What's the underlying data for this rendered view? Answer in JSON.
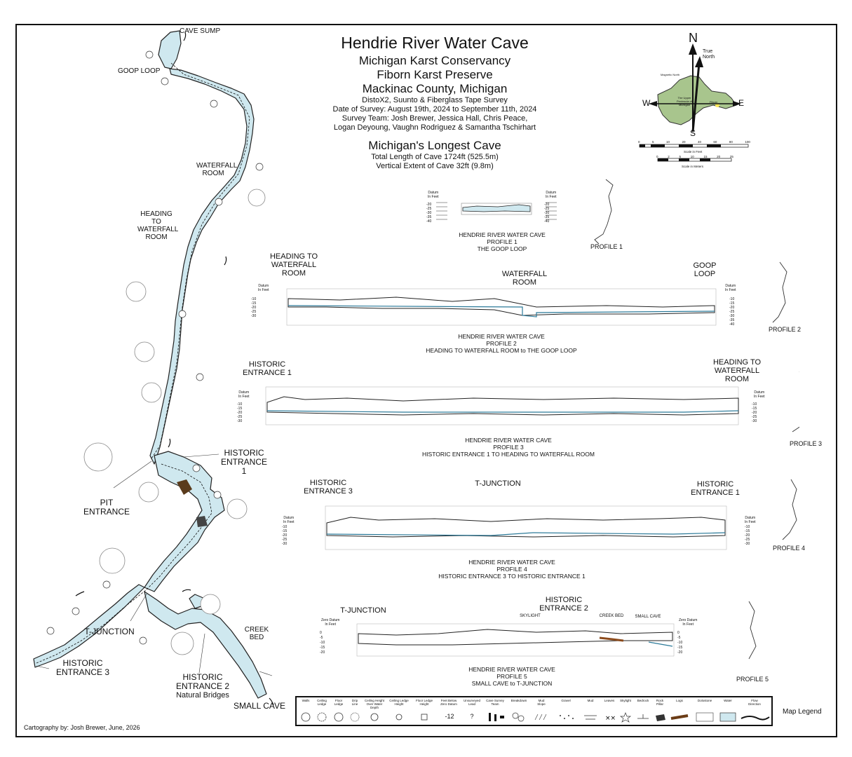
{
  "title": {
    "main": "Hendrie River Water Cave",
    "org": "Michigan Karst Conservancy",
    "preserve": "Fiborn Karst Preserve",
    "county": "Mackinac County, Michigan",
    "equipment": "DistoX2, Suunto & Fiberglass Tape Survey",
    "date": "Date of Survey: August 19th, 2024 to September 11th, 2024",
    "team1": "Survey Team: Josh Brewer, Jessica Hall, Chris Peace,",
    "team2": "Logan Deyoung, Vaughn Rodriguez & Samantha Tschirhart",
    "longest": "Michigan's Longest Cave",
    "length": "Total Length of Cave 1724ft (525.5m)",
    "vertical": "Vertical Extent of Cave 32ft (9.8m)"
  },
  "compass": {
    "n": "N",
    "s": "S",
    "e": "E",
    "w": "W",
    "true_north": "True\nNorth",
    "magnetic": "Magnetic North",
    "region": "The Upper Peninsula of Michigan",
    "fiborn": "Fiborn",
    "scale_feet_label": "Scale in Feet",
    "scale_meters_label": "Scale in Meters",
    "scale_feet_ticks": [
      "0",
      "5",
      "10",
      "20",
      "40",
      "60",
      "80",
      "100"
    ],
    "scale_meters_ticks": [
      "0",
      "2",
      "5",
      "10",
      "15",
      "20",
      "25"
    ]
  },
  "plan_labels": {
    "cave_sump": "CAVE SUMP",
    "goop_loop": "GOOP LOOP",
    "waterfall_room": "WATERFALL\nROOM",
    "heading": "HEADING TO\nWATERFALL\nROOM",
    "historic1": "HISTORIC\nENTRANCE 1",
    "pit": "PIT\nENTRANCE",
    "tjunction": "T-JUNCTION",
    "historic3": "HISTORIC\nENTRANCE 3",
    "historic2": "HISTORIC\nENTRANCE 2",
    "natural_bridges": "Natural Bridges",
    "creek_bed": "CREEK\nBED",
    "small_cave": "SMALL CAVE"
  },
  "profiles": [
    {
      "caption": "HENDRIE RIVER WATER CAVE\nPROFILE 1\nTHE GOOP LOOP",
      "thumb": "PROFILE 1",
      "datum": "Datum\nIn Feet",
      "left_ticks": [
        "-20",
        "-25",
        "-30",
        "-35",
        "-40"
      ],
      "right_ticks": [
        "-20",
        "-25",
        "-30",
        "-35",
        "-40"
      ]
    },
    {
      "caption": "HENDRIE RIVER WATER CAVE\nPROFILE 2\nHEADING TO WATERFALL ROOM  to THE GOOP LOOP",
      "thumb": "PROFILE 2",
      "datum": "Datum\nIn Feet",
      "label_left": "HEADING TO\nWATERFALL\nROOM",
      "label_mid": "WATERFALL\nROOM",
      "label_right": "GOOP\nLOOP",
      "left_ticks": [
        "-10",
        "-15",
        "-20",
        "-25",
        "-30"
      ],
      "right_ticks": [
        "-10",
        "-15",
        "-20",
        "-25",
        "-30",
        "-35",
        "-40"
      ]
    },
    {
      "caption": "HENDRIE RIVER WATER CAVE\nPROFILE 3\nHISTORIC ENTRANCE 1 TO HEADING TO WATERFALL ROOM",
      "thumb": "PROFILE 3",
      "datum": "Datum\nIn Feet",
      "label_left": "HISTORIC\nENTRANCE 1",
      "label_right": "HEADING TO\nWATERFALL\nROOM",
      "left_ticks": [
        "-10",
        "-15",
        "-20",
        "-25",
        "-30"
      ],
      "right_ticks": [
        "-10",
        "-15",
        "-20",
        "-25",
        "-30"
      ]
    },
    {
      "caption": "HENDRIE RIVER WATER CAVE\nPROFILE 4\nHISTORIC ENTRANCE 3 TO HISTORIC ENTRANCE 1",
      "thumb": "PROFILE 4",
      "datum": "Datum\nIn Feet",
      "label_left": "HISTORIC\nENTRANCE 3",
      "label_mid": "T-JUNCTION",
      "label_right": "HISTORIC\nENTRANCE 1",
      "left_ticks": [
        "-10",
        "-15",
        "-20",
        "-25",
        "-30"
      ],
      "right_ticks": [
        "-10",
        "-15",
        "-20",
        "-25",
        "-30"
      ]
    },
    {
      "caption": "HENDRIE RIVER WATER CAVE\nPROFILE 5\nSMALL CAVE to T-JUNCTION",
      "thumb": "PROFILE 5",
      "datum": "Zero Datum\nIn Feet",
      "label_left": "T-JUNCTION",
      "label_mid": "HISTORIC\nENTRANCE 2",
      "label_sky": "SKYLIGHT",
      "label_creek": "CREEK BED",
      "label_small": "SMALL CAVE",
      "left_ticks": [
        "0",
        "-5",
        "-10",
        "-15",
        "-20"
      ],
      "right_ticks": [
        "0",
        "-5",
        "-10",
        "-15",
        "-20"
      ]
    }
  ],
  "legend": {
    "title": "Map Legend",
    "items": [
      "Walls",
      "Ceiling\nLedge",
      "Floor\nLedge",
      "Drip\nLine",
      "Ceiling Height\nOver Water\nDepth",
      "Ceiling Ledge\nHeight",
      "Floor Ledge\nHeight",
      "Feet Below\nZero Datum",
      "Unsurveyed\nLead",
      "Cave Survey\nTeam",
      "Breakdown",
      "Mud\nSlope",
      "Gravel",
      "Mud",
      "Leaves",
      "Skylight",
      "Bedrock",
      "Rock\nPillar",
      "Logs",
      "Dolostone",
      "Water",
      "Flow\nDirection"
    ],
    "depth_sample": "-12",
    "lead_sample": "?"
  },
  "credit": "Cartography by: Josh Brewer, June, 2026"
}
